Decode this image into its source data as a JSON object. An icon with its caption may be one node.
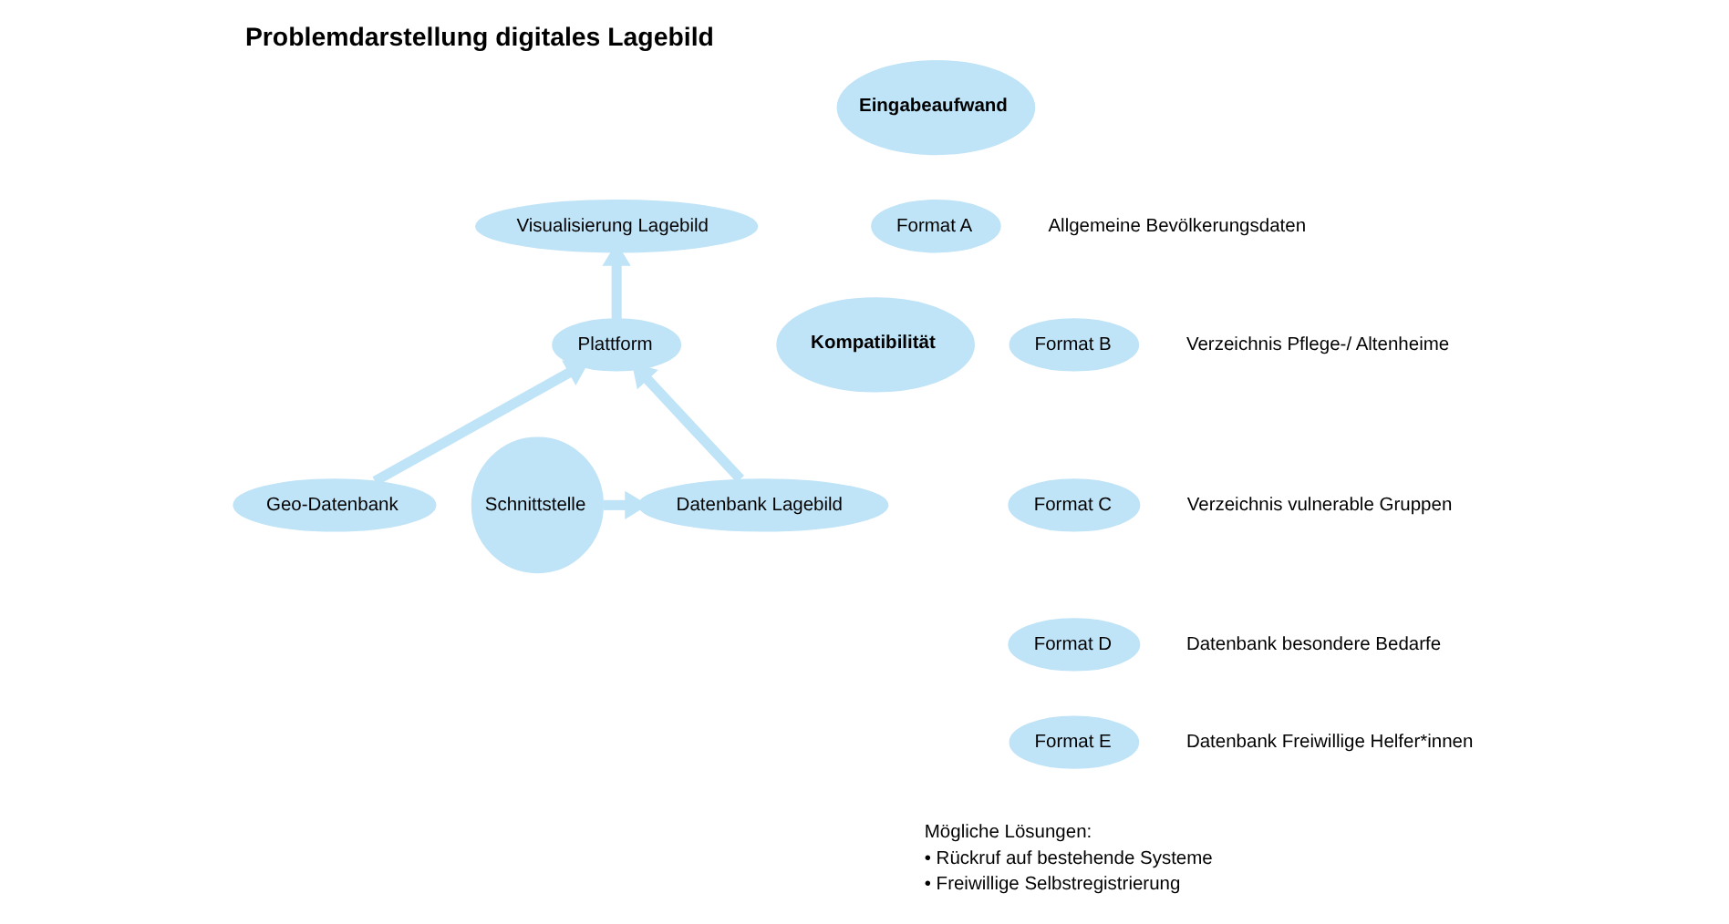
{
  "diagram": {
    "title": "Problemdarstellung digitales Lagebild",
    "nodes": [
      {
        "text": [
          "Visualisierung Lagebild"
        ]
      },
      {
        "text": [
          "Plattform"
        ]
      },
      {
        "text": [
          "Geo-Datenbank"
        ]
      },
      {
        "text": [
          "Datenbank Lagebild"
        ]
      },
      {
        "text": [
          "Schnittstelle"
        ]
      },
      {
        "text": [
          "Kompatibilität"
        ]
      },
      {
        "text": [
          "Eingabeaufwand"
        ]
      },
      {
        "text": [
          "Format A"
        ],
        "beside": [
          "Allgemeine Bevölkerungsdaten"
        ]
      },
      {
        "text": [
          "Format B"
        ],
        "beside": [
          "Verzeichnis Pflege-/ Altenheime"
        ]
      },
      {
        "text": [
          "Format C"
        ],
        "beside": [
          "Verzeichnis vulnerable Gruppen"
        ]
      },
      {
        "text": [
          "Format D"
        ],
        "beside": [
          "Datenbank besondere Bedarfe"
        ]
      },
      {
        "text": [
          "Format E"
        ],
        "beside": [
          "Datenbank Freiwillige Helfer*innen"
        ]
      }
    ],
    "edges": [
      {
        "from": 1,
        "to": 0,
        "arrow": "to"
      },
      {
        "from": 2,
        "to": 1,
        "arrow": "to"
      },
      {
        "from": 3,
        "to": 1,
        "arrow": "to"
      },
      {
        "from": 4,
        "to": 3,
        "arrow": "to"
      }
    ],
    "labels": [
      "Mögliche Lösungen:",
      "• Rückruf auf bestehende Systeme",
      "• Freiwillige Selbstregistrierung"
    ]
  }
}
